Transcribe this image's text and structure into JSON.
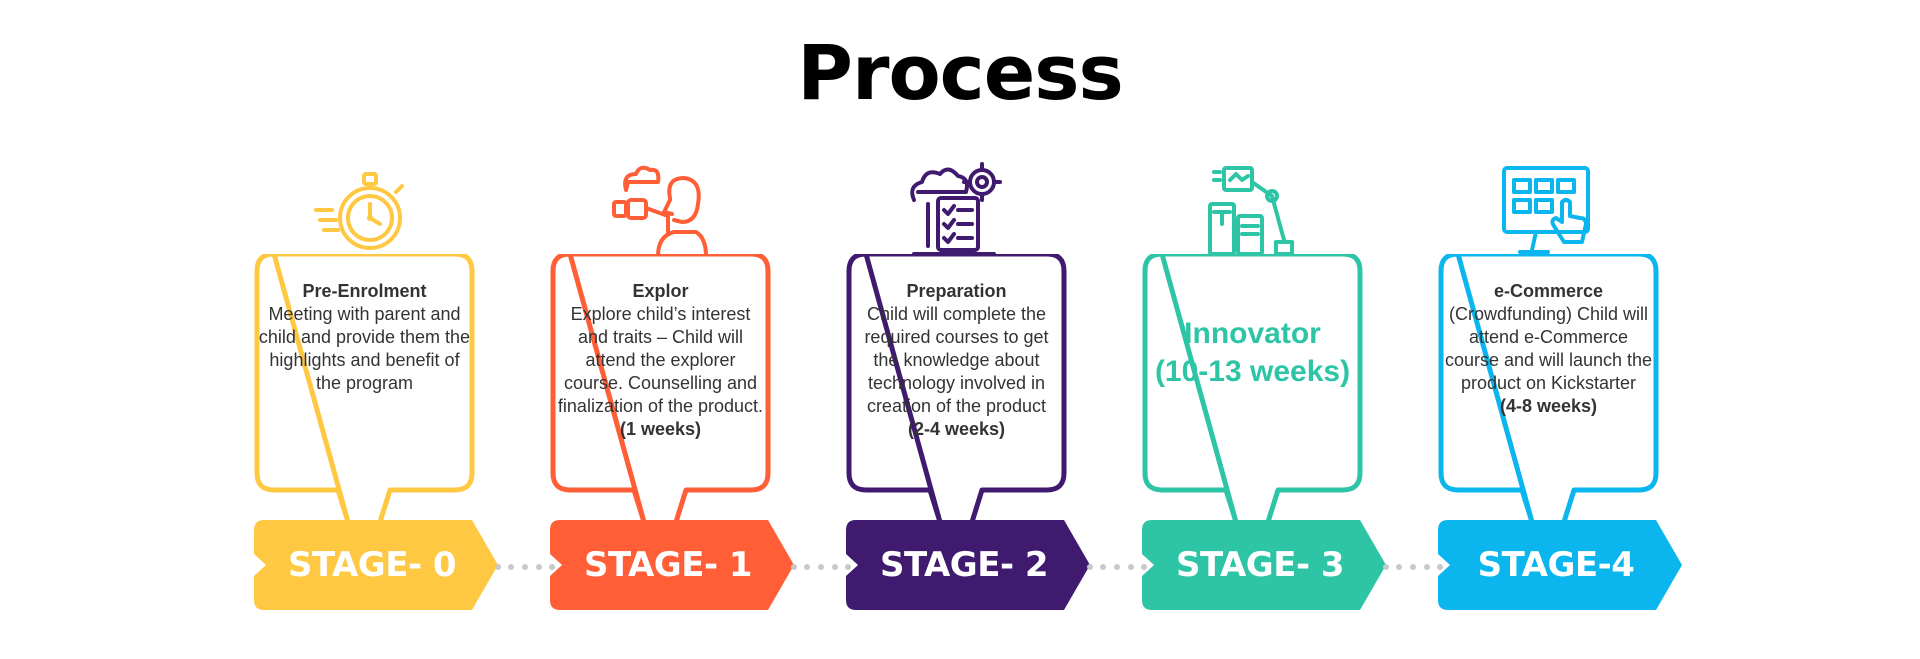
{
  "title": "Process",
  "stages": [
    {
      "label": "STAGE- 0",
      "color": "#FFC843",
      "heading": "Pre-Enrolment",
      "body": "Meeting with parent and child and provide them the highlights and benefit of the program",
      "duration": "",
      "icon": "stopwatch-icon"
    },
    {
      "label": "STAGE- 1",
      "color": "#FF5E36",
      "heading": "Explor",
      "body": "Explore child’s interest and traits – Child will attend the explorer course. Counselling and finalization of the product.",
      "duration": "(1 weeks)",
      "icon": "explorer-binoculars-icon"
    },
    {
      "label": "STAGE- 2",
      "color": "#3F1A6E",
      "heading": "Preparation",
      "body": "Child will complete the required courses to get the knowledge about technology involved in creation of the product",
      "duration": "(2-4 weeks)",
      "icon": "checklist-gear-icon"
    },
    {
      "label": "STAGE- 3",
      "color": "#2EC4A6",
      "heading": "Innovator",
      "body": "",
      "duration": "(10-13 weeks)",
      "icon": "robot-arm-design-icon"
    },
    {
      "label": "STAGE-4",
      "color": "#0BB6EE",
      "heading": "e-Commerce",
      "body": "(Crowdfunding) Child will attend e-Commerce course and will launch the product on Kickstarter",
      "duration": "(4-8 weeks)",
      "icon": "touchscreen-hand-icon"
    }
  ]
}
